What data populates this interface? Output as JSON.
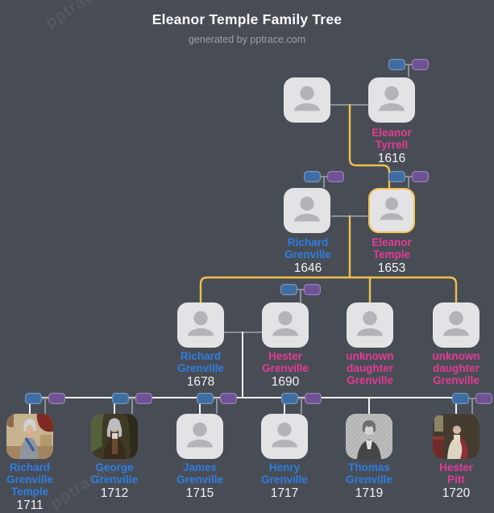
{
  "header": {
    "title": "Eleanor Temple Family Tree",
    "subtitle": "generated by pptrace.com"
  },
  "watermark": {
    "text": "pptrace."
  },
  "colors": {
    "background": "#484d55",
    "box_fill": "#e3e3e5",
    "male_name": "#2f7de2",
    "female_name": "#e43a95",
    "year_text": "#f2f2f3",
    "highlight_border": "#f2c452",
    "gold_connector": "#efc04d",
    "white_connector": "#f4f5f6",
    "couple_line": "#8b8f97",
    "father_pill": "#3e6da2",
    "mother_pill": "#6f5294"
  },
  "people": {
    "eleanor_tyrrell": {
      "name": "Eleanor\nTyrrell",
      "year": "1616",
      "sex": "female"
    },
    "richard_grenville_1646": {
      "name": "Richard\nGrenville",
      "year": "1646",
      "sex": "male"
    },
    "eleanor_temple": {
      "name": "Eleanor\nTemple",
      "year": "1653",
      "sex": "female",
      "highlighted": true
    },
    "richard_grenville_1678": {
      "name": "Richard\nGrenville",
      "year": "1678",
      "sex": "male"
    },
    "hester_grenville": {
      "name": "Hester\nGrenville",
      "year": "1690",
      "sex": "female"
    },
    "unknown_daughter_grenville_1": {
      "name": "unknown\ndaughter\nGrenville",
      "sex": "female"
    },
    "unknown_daughter_grenville_2": {
      "name": "unknown\ndaughter\nGrenville",
      "sex": "female"
    },
    "richard_grenville_temple": {
      "name": "Richard\nGrenville\nTemple",
      "year": "1711",
      "sex": "male"
    },
    "george_grenville": {
      "name": "George\nGrenville",
      "year": "1712",
      "sex": "male"
    },
    "james_grenville": {
      "name": "James\nGrenville",
      "year": "1715",
      "sex": "male"
    },
    "henry_grenville": {
      "name": "Henry\nGrenville",
      "year": "1717",
      "sex": "male"
    },
    "thomas_grenville": {
      "name": "Thomas\nGrenville",
      "year": "1719",
      "sex": "male"
    },
    "hester_pitt": {
      "name": "Hester\nPitt",
      "year": "1720",
      "sex": "female"
    }
  }
}
